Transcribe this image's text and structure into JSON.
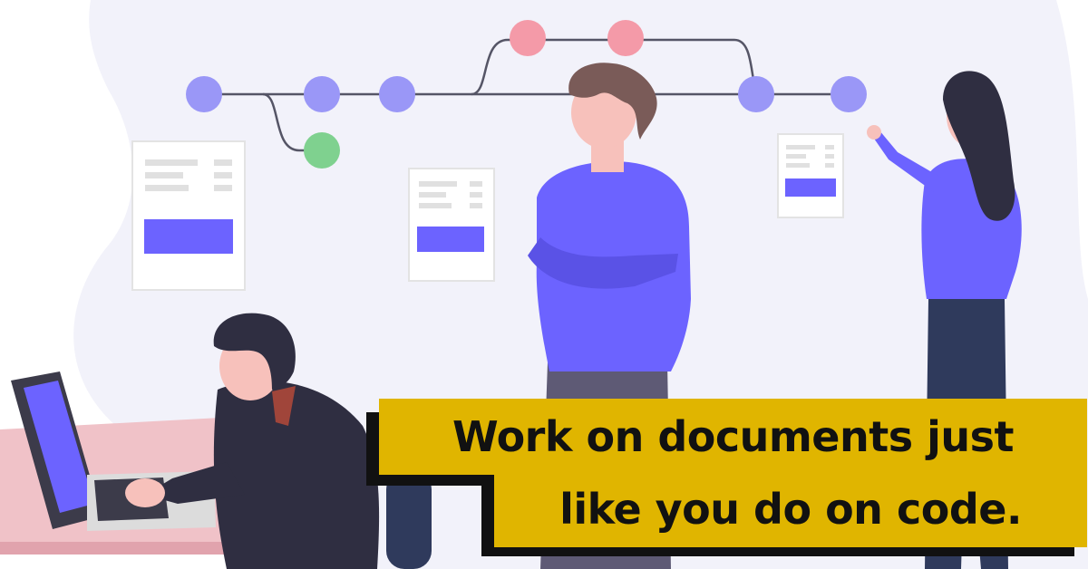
{
  "caption": {
    "line1": "Work on documents just",
    "line2": "like you do on code."
  },
  "colors": {
    "background_blob": "#f2f2fa",
    "accent": "#6c63ff",
    "node": "#9a97f7",
    "branch_node_red": "#f49aa8",
    "branch_node_green": "#7fd18f",
    "graph_line": "#555566",
    "caption_fill": "#e0b500",
    "caption_shadow": "#111111",
    "caption_text": "#111111"
  },
  "icons": [
    "commit-node",
    "document-icon",
    "laptop-icon"
  ]
}
